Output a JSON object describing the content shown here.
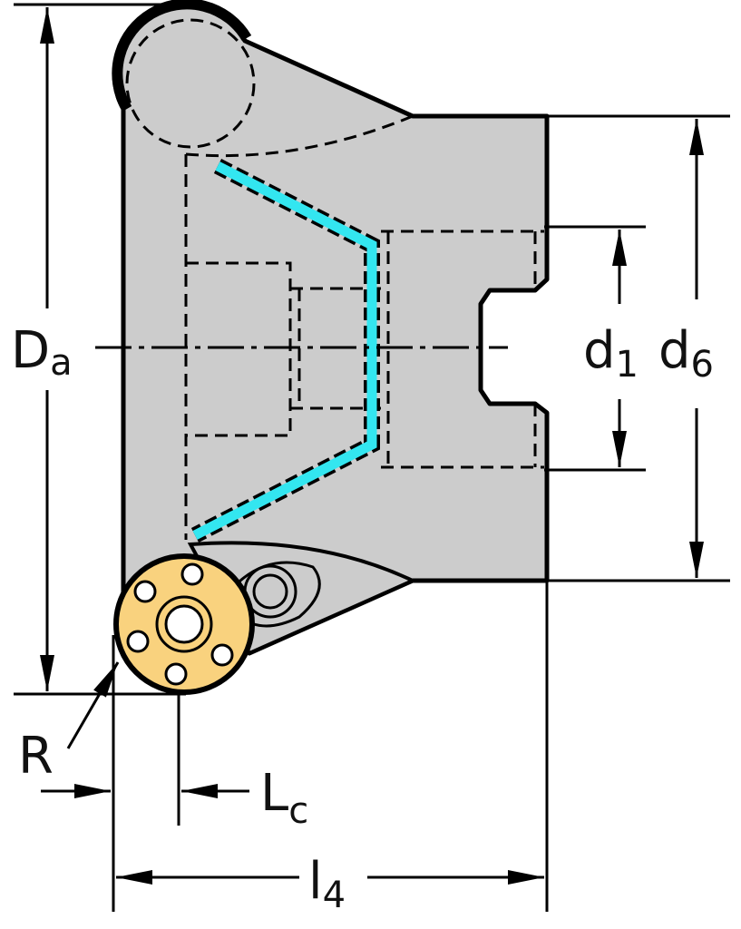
{
  "diagram": {
    "colors": {
      "body": "#cccccc",
      "coolant": "#33e6f0",
      "insert": "#f9d27e",
      "line": "#000000"
    },
    "labels": {
      "Da": {
        "main": "D",
        "sub": "a"
      },
      "d1": {
        "main": "d",
        "sub": "1"
      },
      "d6": {
        "main": "d",
        "sub": "6"
      },
      "R": {
        "main": "R"
      },
      "Lc": {
        "main": "L",
        "sub": "c"
      },
      "l4": {
        "main": "l",
        "sub": "4"
      }
    }
  }
}
